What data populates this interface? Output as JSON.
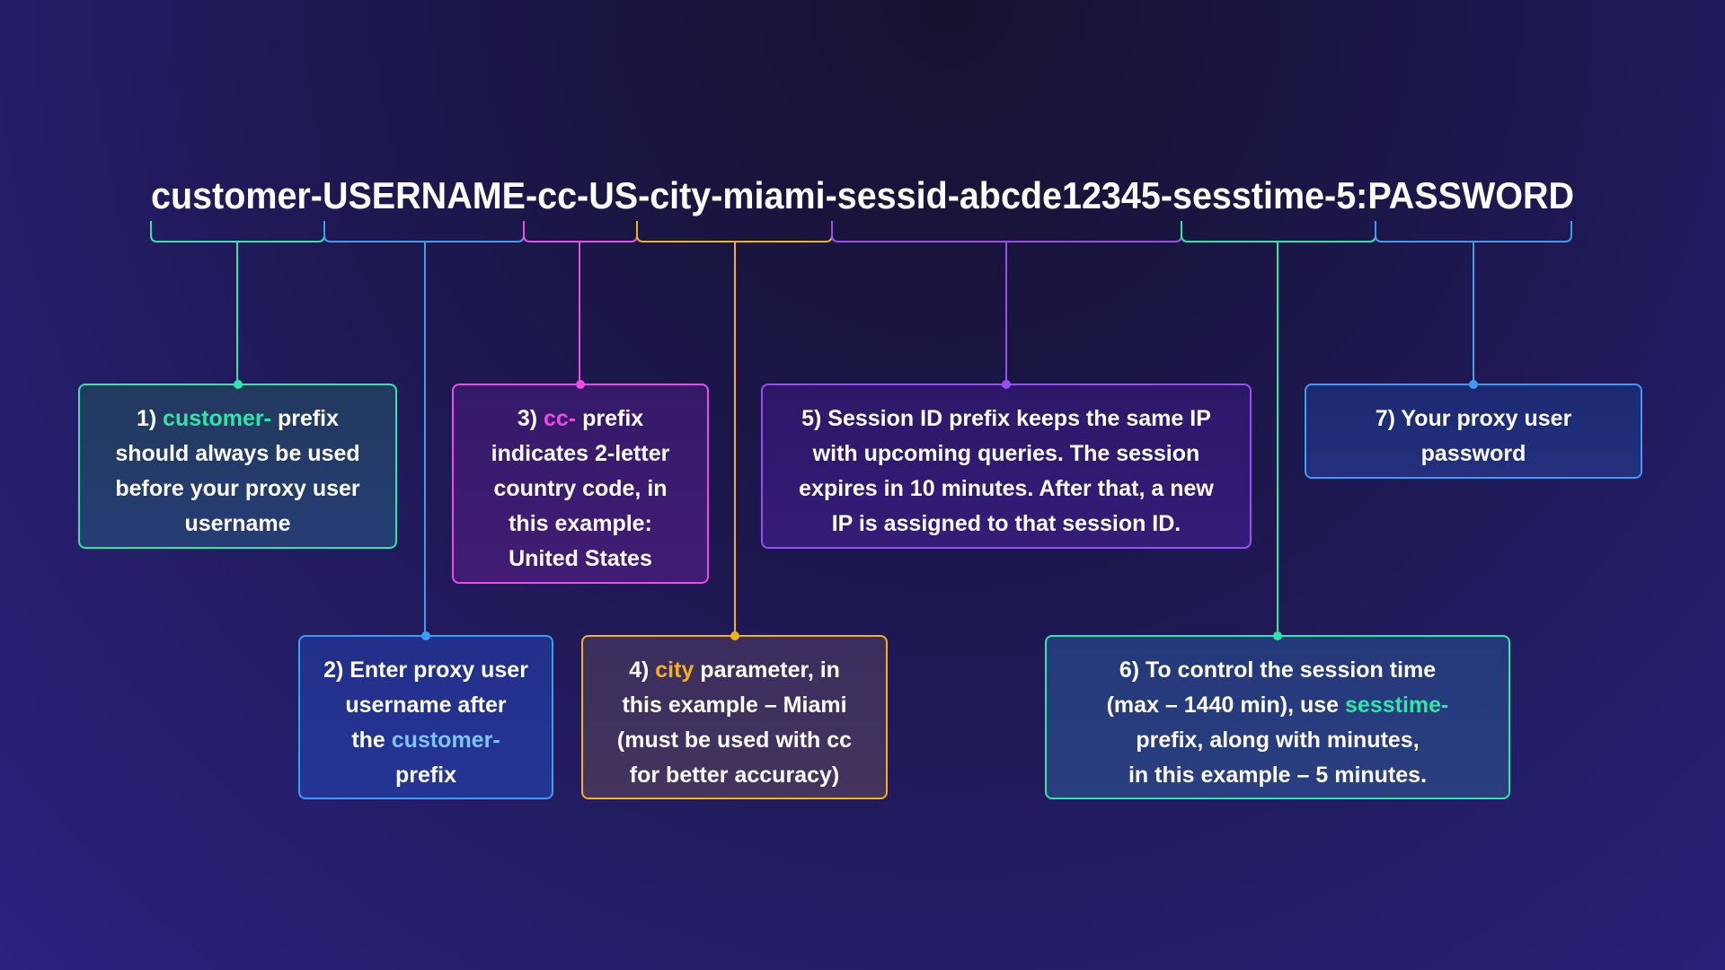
{
  "title": "customer-USERNAME-cc-US-city-miami-sessid-abcde12345-sesstime-5:PASSWORD",
  "colors": {
    "green": "#2ee6a6",
    "blue": "#3d9cf5",
    "magenta": "#e94de8",
    "orange": "#f6b01a",
    "purple": "#9b4df5"
  },
  "boxes": {
    "b1": {
      "num": "1)",
      "highlight": "customer-",
      "lines": [
        "prefix",
        "should always be used",
        "before your proxy user",
        "username"
      ]
    },
    "b2": {
      "lines": [
        "2) Enter proxy user",
        "username after",
        "the"
      ],
      "highlight": "customer-",
      "last": "prefix"
    },
    "b3": {
      "num": "3)",
      "highlight": "cc-",
      "lines": [
        "prefix",
        "indicates 2-letter",
        "country code, in",
        "this example:",
        "United States"
      ]
    },
    "b4": {
      "num": "4)",
      "highlight": "city",
      "lines": [
        "parameter, in",
        "this example – Miami",
        "(must be used with cc",
        "for better accuracy)"
      ]
    },
    "b5": {
      "lines": [
        "5) Session ID prefix keeps the same IP",
        "with upcoming queries. The session",
        "expires in 10 minutes. After that, a new",
        "IP is assigned to that session ID."
      ]
    },
    "b6": {
      "lines": [
        "6) To control the session time",
        "(max – 1440 min), use",
        "prefix, along with minutes,",
        "in this example – 5 minutes."
      ],
      "highlight": "sesstime-"
    },
    "b7": {
      "lines": [
        "7) Your proxy user",
        "password"
      ]
    }
  }
}
